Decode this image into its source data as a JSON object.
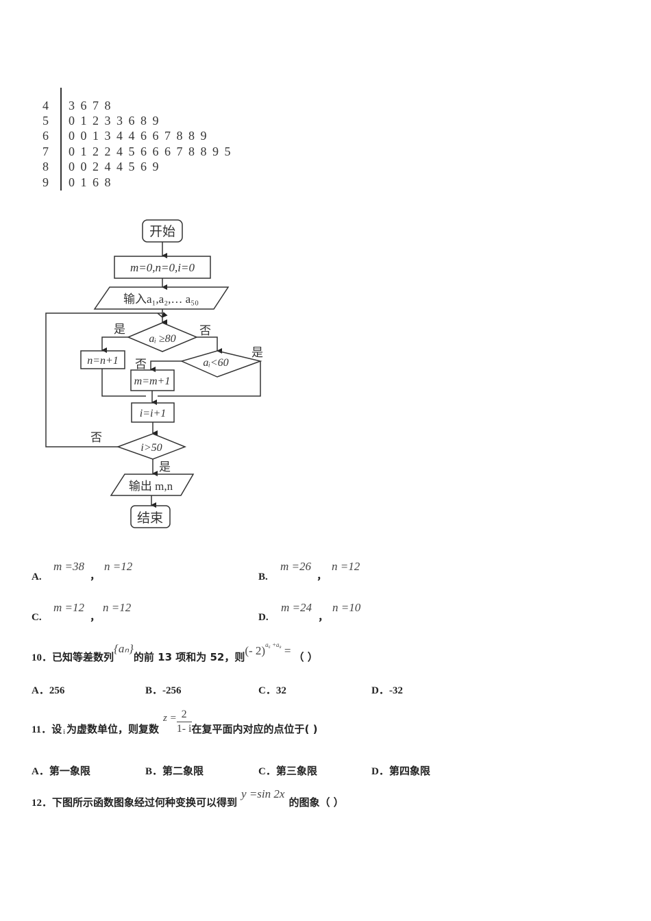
{
  "stem_leaf": {
    "rows": [
      {
        "stem": "4",
        "leaves": [
          "3",
          "6",
          "7",
          "8"
        ]
      },
      {
        "stem": "5",
        "leaves": [
          "0",
          "1",
          "2",
          "3",
          "3",
          "6",
          "8",
          "9"
        ]
      },
      {
        "stem": "6",
        "leaves": [
          "0",
          "0",
          "1",
          "3",
          "4",
          "4",
          "6",
          "6",
          "7",
          "8",
          "8",
          "9"
        ]
      },
      {
        "stem": "7",
        "leaves": [
          "0",
          "1",
          "2",
          "2",
          "4",
          "5",
          "6",
          "6",
          "6",
          "7",
          "8",
          "8",
          "9",
          "5"
        ]
      },
      {
        "stem": "8",
        "leaves": [
          "0",
          "0",
          "2",
          "4",
          "4",
          "5",
          "6",
          "9"
        ]
      },
      {
        "stem": "9",
        "leaves": [
          "0",
          "1",
          "6",
          "8"
        ]
      }
    ]
  },
  "flowchart": {
    "start": "开始",
    "init": "m=0,n=0,i=0",
    "input": "输入a₁,a₂,… a₅₀",
    "cond1": "aᵢ ≥80",
    "cond2": "aᵢ<60",
    "n_step": "n=n+1",
    "m_step": "m=m+1",
    "i_step": "i=i+1",
    "cond3": "i>50",
    "output": "输出 m,n",
    "end": "结束",
    "yes": "是",
    "no": "否"
  },
  "q9_options": [
    {
      "letter": "A.",
      "m": "m =38",
      "n": "n =12"
    },
    {
      "letter": "B.",
      "m": "m =26",
      "n": "n =12"
    },
    {
      "letter": "C.",
      "m": "m =12",
      "n": "n =12"
    },
    {
      "letter": "D.",
      "m": "m =24",
      "n": "n =10"
    }
  ],
  "comma": "，",
  "q10": {
    "number": "10．",
    "text1": "已知等差数列",
    "seq": "{aₙ}",
    "text2": "的前 13 项和为 52，则",
    "expr_base": "(- 2)",
    "expr_exp": "a₆ +a₈",
    "expr_eq": " =",
    "paren": "（  ）",
    "options": [
      {
        "letter": "A．",
        "value": "256"
      },
      {
        "letter": "B．",
        "value": "-256"
      },
      {
        "letter": "C．",
        "value": "32"
      },
      {
        "letter": "D．",
        "value": "-32"
      }
    ]
  },
  "q11": {
    "number": "11．",
    "text1": "设",
    "unit": "i",
    "text2": "为虚数单位，则复数",
    "z": "z =",
    "numerator": "2",
    "denominator": "1- i",
    "text3": "在复平面内对应的点位于(    )",
    "options": [
      {
        "letter": "A．",
        "value": "第一象限"
      },
      {
        "letter": "B．",
        "value": "第二象限"
      },
      {
        "letter": "C．",
        "value": "第三象限"
      },
      {
        "letter": "D．",
        "value": "第四象限"
      }
    ]
  },
  "q12": {
    "number": "12．",
    "text1": "下图所示函数图象经过何种变换可以得到",
    "func": "y =sin 2x",
    "text2": "的图象（    ）"
  }
}
